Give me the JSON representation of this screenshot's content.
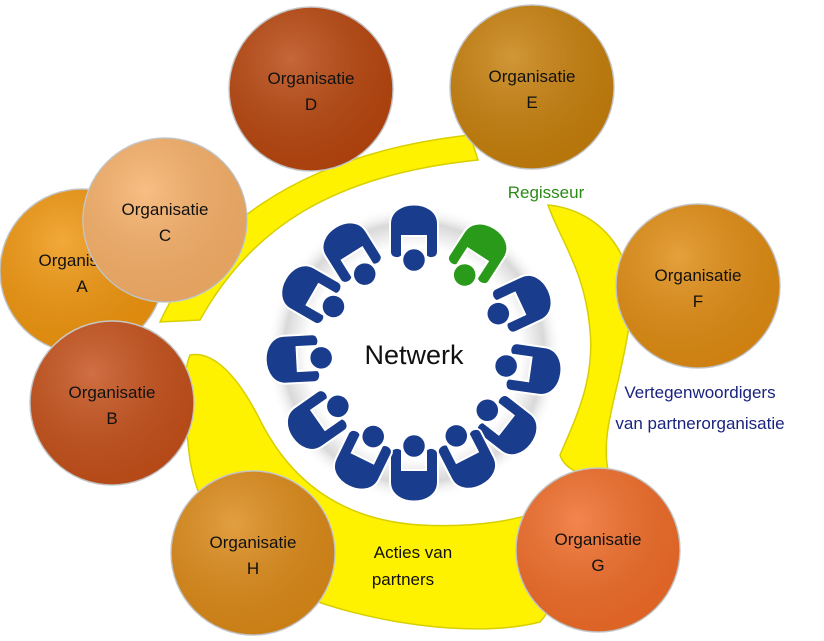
{
  "center_label": "Netwerk",
  "director_label": "Regisseur",
  "representatives_label": [
    "Vertegenwoordigers",
    "van partnerorganisatie"
  ],
  "actions_label": [
    "Acties van",
    "partners"
  ],
  "organisations": [
    {
      "key": "a",
      "line1": "Organisatie",
      "line2": "A",
      "color": "#f0960e"
    },
    {
      "key": "b",
      "line1": "Organisatie",
      "line2": "B",
      "color": "#c5501a"
    },
    {
      "key": "c",
      "line1": "Organisatie",
      "line2": "C",
      "color": "#f7b068"
    },
    {
      "key": "d",
      "line1": "Organisatie",
      "line2": "D",
      "color": "#b8460e"
    },
    {
      "key": "e",
      "line1": "Organisatie",
      "line2": "E",
      "color": "#c7800c"
    },
    {
      "key": "f",
      "line1": "Organisatie",
      "line2": "F",
      "color": "#e08c12"
    },
    {
      "key": "g",
      "line1": "Organisatie",
      "line2": "G",
      "color": "#f06c28"
    },
    {
      "key": "h",
      "line1": "Organisatie",
      "line2": "H",
      "color": "#dc8a18"
    }
  ],
  "colors": {
    "band": "#fff200",
    "figure_blue": "#1a3c8c",
    "figure_green": "#2a9a1a",
    "director_text": "#2a8a14",
    "representatives_text": "#1a237e"
  }
}
